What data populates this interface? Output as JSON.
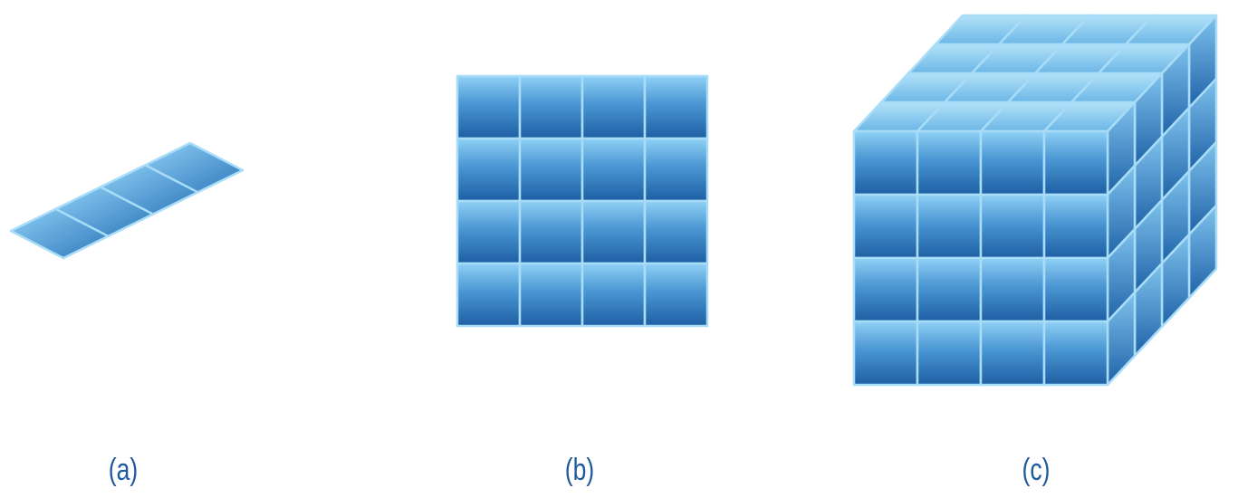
{
  "figure": {
    "panels": [
      {
        "id": "a",
        "caption": "(a)",
        "shape": "vector",
        "cells": 4
      },
      {
        "id": "b",
        "caption": "(b)",
        "shape": "matrix",
        "rows": 4,
        "cols": 4
      },
      {
        "id": "c",
        "caption": "(c)",
        "shape": "tensor",
        "rows": 4,
        "cols": 4,
        "depth": 4
      }
    ],
    "colors": {
      "cell_light": "#8fd0f5",
      "cell_dark": "#1d5fa3",
      "grid_line": "#a9ddf7",
      "top_face_light": "#a6dcf7",
      "top_face_dark": "#6bb6e6",
      "side_face_light": "#5ea9dd",
      "side_face_dark": "#1f62a8",
      "caption_text": "#1f5a9c"
    }
  }
}
